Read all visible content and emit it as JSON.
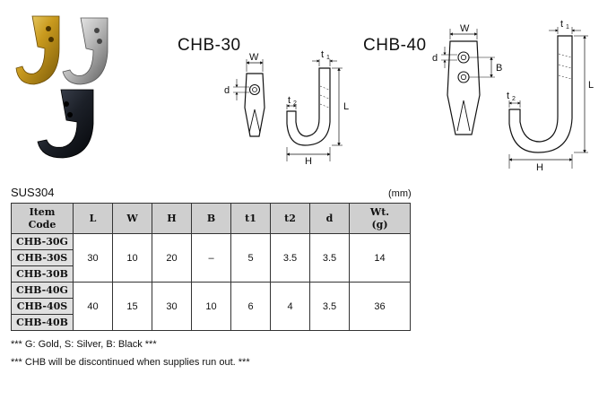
{
  "drawings": {
    "chb30": {
      "title": "CHB-30",
      "labels": {
        "w": "W",
        "d": "d",
        "t1": "t",
        "t1_sub": "1",
        "t2": "t",
        "t2_sub": "2",
        "l": "L",
        "h": "H"
      }
    },
    "chb40": {
      "title": "CHB-40",
      "labels": {
        "w": "W",
        "d": "d",
        "b": "B",
        "t1": "t",
        "t1_sub": "1",
        "t2": "t",
        "t2_sub": "2",
        "l": "L",
        "h": "H"
      }
    }
  },
  "material": "SUS304",
  "unit": "(mm)",
  "table": {
    "headers": {
      "item_code_line1": "Item",
      "item_code_line2": "Code",
      "l": "L",
      "w": "W",
      "h": "H",
      "b": "B",
      "t1": "t1",
      "t2": "t2",
      "d": "d",
      "wt_line1": "Wt.",
      "wt_line2": "(g)"
    },
    "groups": [
      {
        "codes": [
          "CHB-30G",
          "CHB-30S",
          "CHB-30B"
        ],
        "l": "30",
        "w": "10",
        "h": "20",
        "b": "–",
        "t1": "5",
        "t2": "3.5",
        "d": "3.5",
        "wt": "14"
      },
      {
        "codes": [
          "CHB-40G",
          "CHB-40S",
          "CHB-40B"
        ],
        "l": "40",
        "w": "15",
        "h": "30",
        "b": "10",
        "t1": "6",
        "t2": "4",
        "d": "3.5",
        "wt": "36"
      }
    ]
  },
  "notes": {
    "colors": "*** G: Gold, S: Silver, B: Black ***",
    "discontinued": "*** CHB will be discontinued when supplies run out. ***"
  }
}
